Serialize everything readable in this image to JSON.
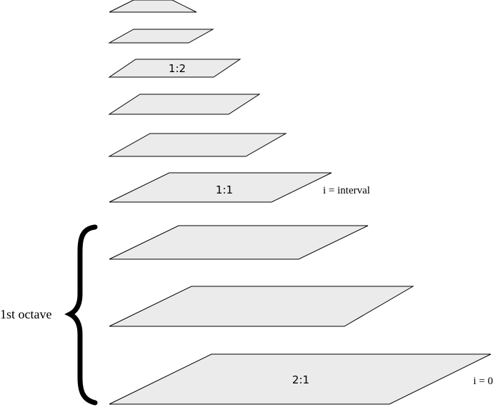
{
  "planes": [
    {
      "label": ""
    },
    {
      "label": ""
    },
    {
      "label": "1:2"
    },
    {
      "label": ""
    },
    {
      "label": ""
    },
    {
      "label": "1:1"
    },
    {
      "label": ""
    },
    {
      "label": ""
    },
    {
      "label": "2:1"
    }
  ],
  "annotations": {
    "interval_label": "i = interval",
    "zero_label": "i = 0",
    "octave_label": "1st octave"
  },
  "colors": {
    "plane_fill": "#ebebeb",
    "stroke": "#000000"
  }
}
